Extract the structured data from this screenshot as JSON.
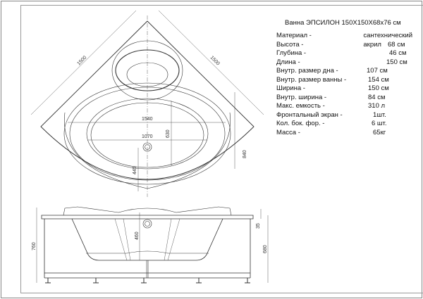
{
  "title": "Ванна ЭПСИЛОН 150X150X68x76 см",
  "specs": [
    {
      "label": "Материал -",
      "value": "сантехнический акрил"
    },
    {
      "label": "Высота  -",
      "value": "68 см"
    },
    {
      "label": "Глубина  -",
      "value": "46  см"
    },
    {
      "label": "Длина   -",
      "value": "150  см"
    },
    {
      "label": "Внутр. размер дна -",
      "value": "107  см"
    },
    {
      "label": "Внутр. размер ванны -",
      "value": "154 см"
    },
    {
      "label": "Ширина  -",
      "value": "150  см"
    },
    {
      "label": "Внутр. ширина -",
      "value": "84 см"
    },
    {
      "label": "Макс. емкость -",
      "value": "310 л"
    },
    {
      "label": "Фронтальный экран -",
      "value": "1шт."
    },
    {
      "label": "Кол. бок. фор. -",
      "value": "6 шт."
    },
    {
      "label": "Масса -",
      "value": "65кг"
    }
  ],
  "dimensions": {
    "side_left": "1500",
    "side_right": "1500",
    "inner_length": "1540",
    "bottom_length": "1070",
    "inner_width": "630",
    "width": "840",
    "drain_offset": "445",
    "total_height": "760",
    "depth": "460",
    "rim": "35",
    "height": "680"
  }
}
